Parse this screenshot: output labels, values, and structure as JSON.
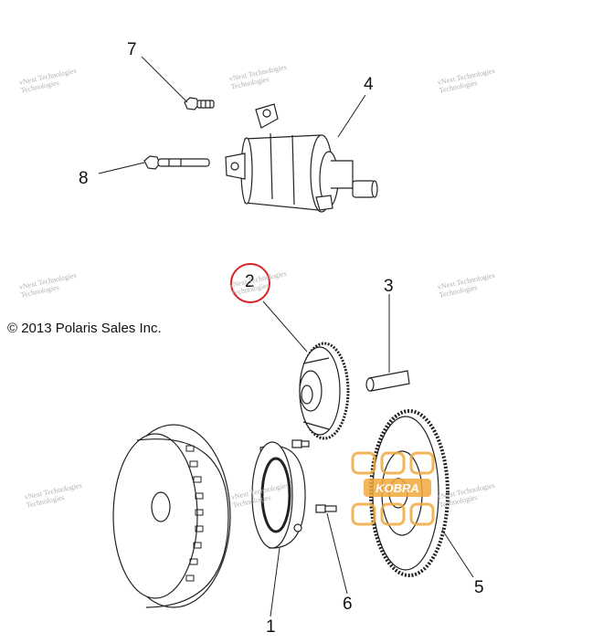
{
  "copyright": "© 2013 Polaris Sales Inc.",
  "watermark": {
    "line1": "vNext Technologies",
    "line2": "Technologies"
  },
  "callouts": {
    "c1": "1",
    "c2": "2",
    "c3": "3",
    "c4": "4",
    "c5": "5",
    "c6": "6",
    "c7": "7",
    "c8": "8"
  },
  "logo": {
    "text": "KOBRA",
    "color": "#f2a93b"
  },
  "highlight_color": "#d9232a"
}
